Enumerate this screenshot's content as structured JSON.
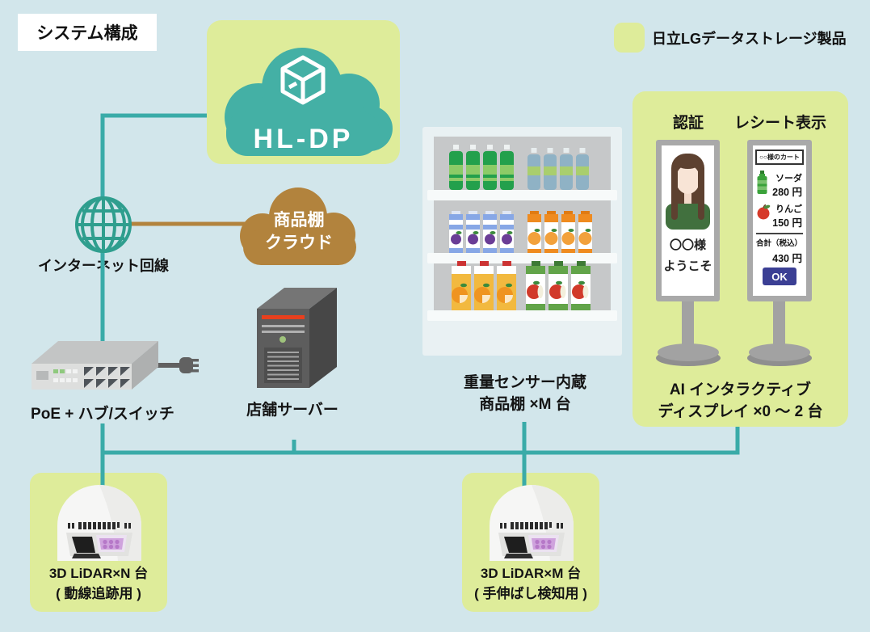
{
  "title": "システム構成",
  "legend": {
    "label": "日立LGデータストレージ製品"
  },
  "colors": {
    "background": "#d2e6eb",
    "highlight_box": "#deec9a",
    "teal_cloud": "#44b0a5",
    "brown_cloud": "#b2833d",
    "line_teal": "#3aaba8",
    "line_brown": "#b2833d",
    "ok_button": "#3b3f94"
  },
  "hldp_cloud": {
    "label": "HL-DP"
  },
  "shelf_cloud": {
    "line1": "商品棚",
    "line2": "クラウド"
  },
  "internet": {
    "label": "インターネット回線"
  },
  "switch": {
    "label": "PoE + ハブ/スイッチ"
  },
  "server": {
    "label": "店舗サーバー"
  },
  "shelf": {
    "label_line1": "重量センサー内蔵",
    "label_line2": "商品棚 ×M 台"
  },
  "display_panel": {
    "auth_header": "認証",
    "receipt_header": "レシート表示",
    "auth_screen": {
      "line1": "〇〇様",
      "line2": "ようこそ"
    },
    "receipt_screen": {
      "cart_title": "○○様のカート",
      "items": [
        {
          "name": "ソーダ",
          "price": "280 円",
          "icon": "bottle-icon"
        },
        {
          "name": "りんご",
          "price": "150 円",
          "icon": "apple-icon"
        }
      ],
      "total_label": "合計（税込）",
      "total_price": "430 円",
      "ok_label": "OK"
    },
    "caption_line1": "AI インタラクティブ",
    "caption_line2": "ディスプレイ ×0 ～ 2 台"
  },
  "lidar_left": {
    "caption_line1": "3D LiDAR×N 台",
    "caption_line2": "( 動線追跡用 )"
  },
  "lidar_right": {
    "caption_line1": "3D LiDAR×M 台",
    "caption_line2": "( 手伸ばし検知用 )"
  }
}
